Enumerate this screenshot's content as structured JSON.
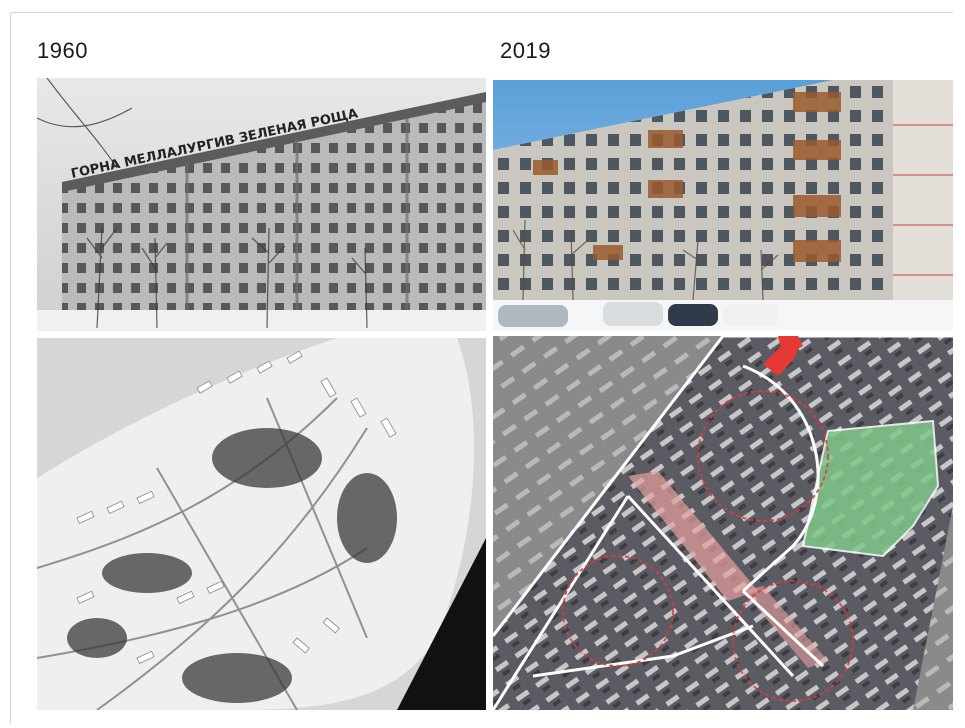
{
  "labels": {
    "left_year": "1960",
    "right_year": "2019"
  },
  "photos": {
    "top_left": {
      "sign": "ГОРНА МЕЛЛАЛУРГИВ ЗЕЛЕНАЯ РОЩА"
    }
  },
  "colors": {
    "park_green": "#7fc98a",
    "highlight_red": "#e53935",
    "corridor_pink": "#e8a0a0",
    "outline_white": "#ffffff"
  }
}
